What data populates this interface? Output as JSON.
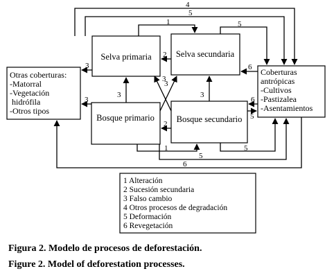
{
  "boxes": {
    "selva_primaria": "Selva primaria",
    "selva_secundaria": "Selva secundaria",
    "bosque_primario": "Bosque primario",
    "bosque_secundario": "Bosque secundario",
    "otras": [
      "Otras coberturas:",
      "-Matorral",
      "-Vegetación",
      " hidrófila",
      "-Otros tipos"
    ],
    "coberturas": [
      "Coberturas",
      "antrópicas",
      "-Cultivos",
      "-Pastizalea",
      "-Asentamientos"
    ]
  },
  "arrow_labels": {
    "top4": "4",
    "top5": "5",
    "sp_ss_1": "1",
    "ss_cob_5": "5",
    "cob_ss_6": "6",
    "ss_sp_2": "2",
    "sp_otras_3": "3",
    "cross_3a": "3",
    "cross_3b": "3",
    "bp_sp_3": "3",
    "bs_ss_3": "3",
    "bp_otras_3": "3",
    "bs_bp_2": "2",
    "cob_bs_6": "6",
    "cob_bs_5": "5",
    "bot1": "1",
    "bot5": "5",
    "bot5b": "5",
    "bot6": "6"
  },
  "legend": [
    "1 Alteración",
    "2 Sucesión secundaria",
    "3 Falso cambio",
    "4 Otros procesos de degradación",
    "5 Deformación",
    "6 Revegetación"
  ],
  "captions": {
    "es": "Figura 2. Modelo de procesos de deforestación.",
    "en": "Figure 2. Model of deforestation processes."
  }
}
